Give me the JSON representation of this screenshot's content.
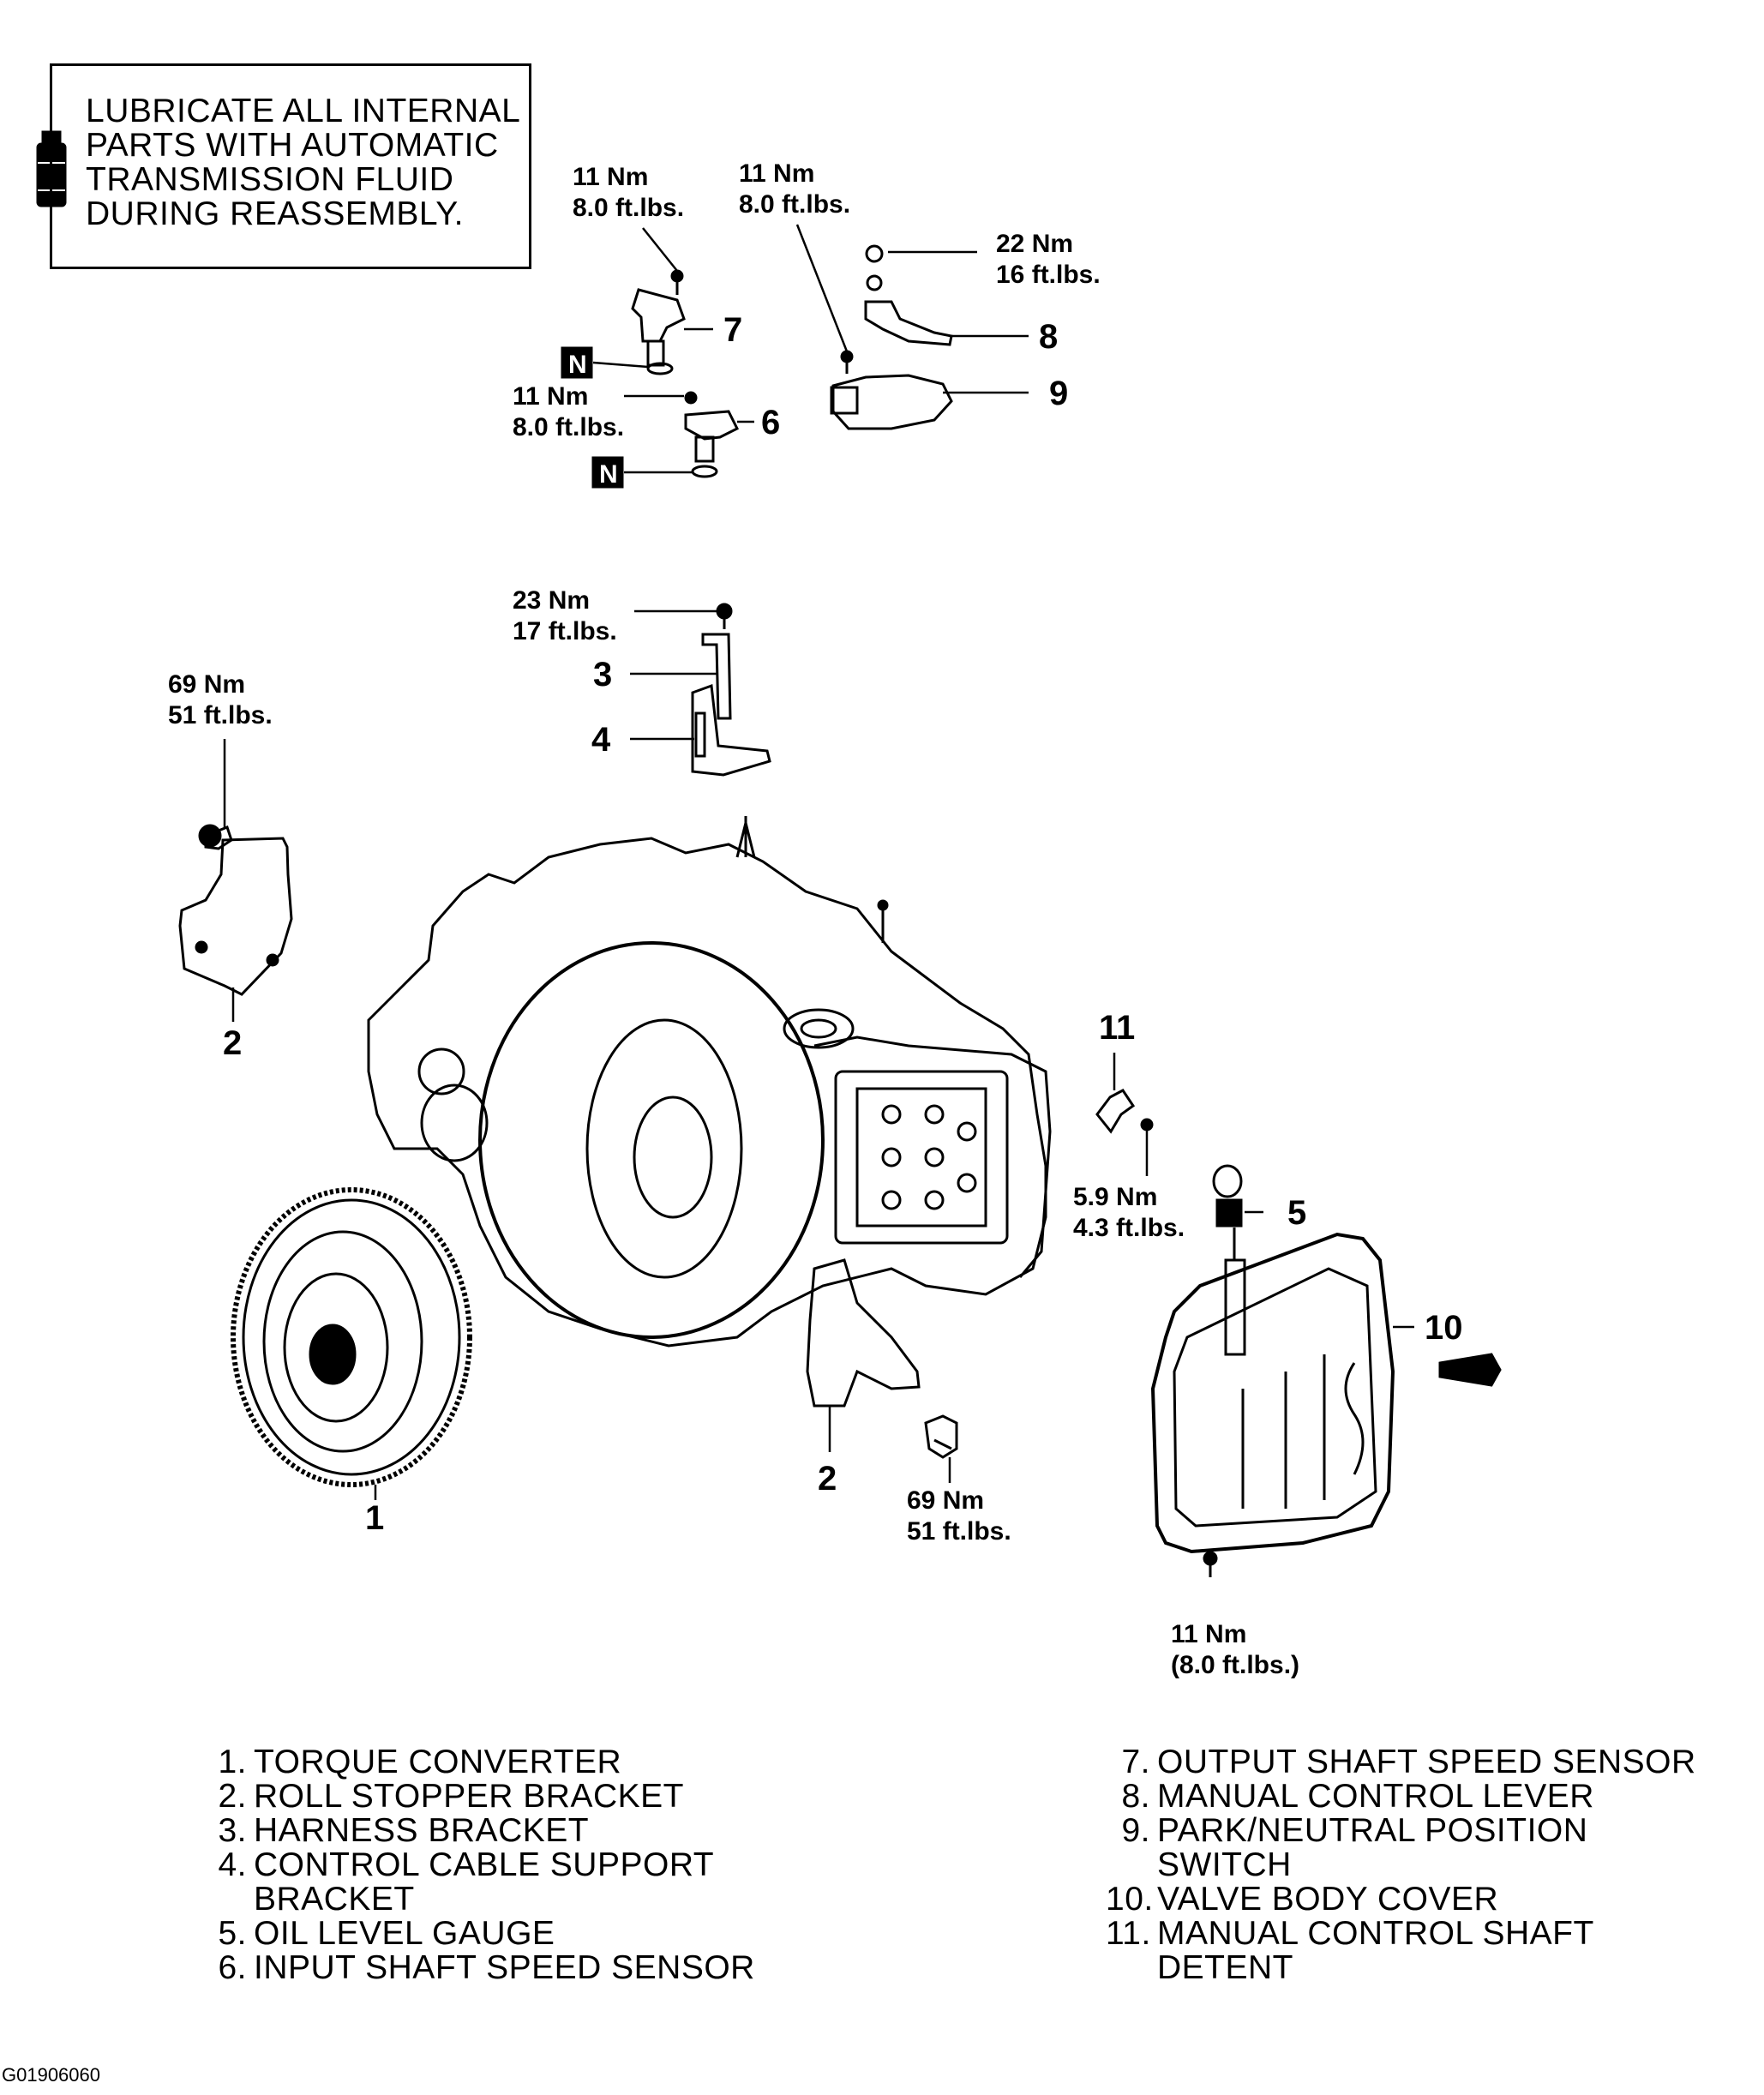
{
  "note": {
    "lines": [
      "LUBRICATE ALL INTERNAL",
      "PARTS  WITH  AUTOMATIC",
      "TRANSMISSION  FLUID",
      "DURING  REASSEMBLY."
    ]
  },
  "torque": {
    "t7": [
      "11 Nm",
      "8.0 ft.lbs."
    ],
    "t8": [
      "11 Nm",
      "8.0 ft.lbs."
    ],
    "t9": [
      "22 Nm",
      "16 ft.lbs."
    ],
    "t6": [
      "11 Nm",
      "8.0 ft.lbs."
    ],
    "t3": [
      "23 Nm",
      "17 ft.lbs."
    ],
    "t2a": [
      "69 Nm",
      "51 ft.lbs."
    ],
    "t2b": [
      "69 Nm",
      "51 ft.lbs."
    ],
    "t11": [
      "5.9 Nm",
      "4.3 ft.lbs."
    ],
    "t10": [
      "11 Nm",
      "(8.0 ft.lbs.)"
    ]
  },
  "symbols": {
    "new_part": "N"
  },
  "callouts": [
    "1",
    "2",
    "3",
    "4",
    "5",
    "6",
    "7",
    "8",
    "9",
    "10",
    "11"
  ],
  "legend_left": [
    {
      "num": "1.",
      "text": "TORQUE  CONVERTER"
    },
    {
      "num": "2.",
      "text": "ROLL  STOPPER  BRACKET"
    },
    {
      "num": "3.",
      "text": "HARNESS  BRACKET"
    },
    {
      "num": "4.",
      "text": "CONTROL  CABLE  SUPPORT"
    },
    {
      "num": "",
      "text": "BRACKET"
    },
    {
      "num": "5.",
      "text": "OIL  LEVEL  GAUGE"
    },
    {
      "num": "6.",
      "text": "INPUT  SHAFT  SPEED  SENSOR"
    }
  ],
  "legend_right": [
    {
      "num": "7.",
      "text": "OUTPUT  SHAFT  SPEED  SENSOR"
    },
    {
      "num": "8.",
      "text": "MANUAL  CONTROL  LEVER"
    },
    {
      "num": "9.",
      "text": "PARK/NEUTRAL  POSITION"
    },
    {
      "num": "",
      "text": "SWITCH"
    },
    {
      "num": "10.",
      "text": "VALVE  BODY  COVER"
    },
    {
      "num": "11.",
      "text": "MANUAL  CONTROL  SHAFT"
    },
    {
      "num": "",
      "text": "DETENT"
    }
  ],
  "figure_id": "G01906060"
}
